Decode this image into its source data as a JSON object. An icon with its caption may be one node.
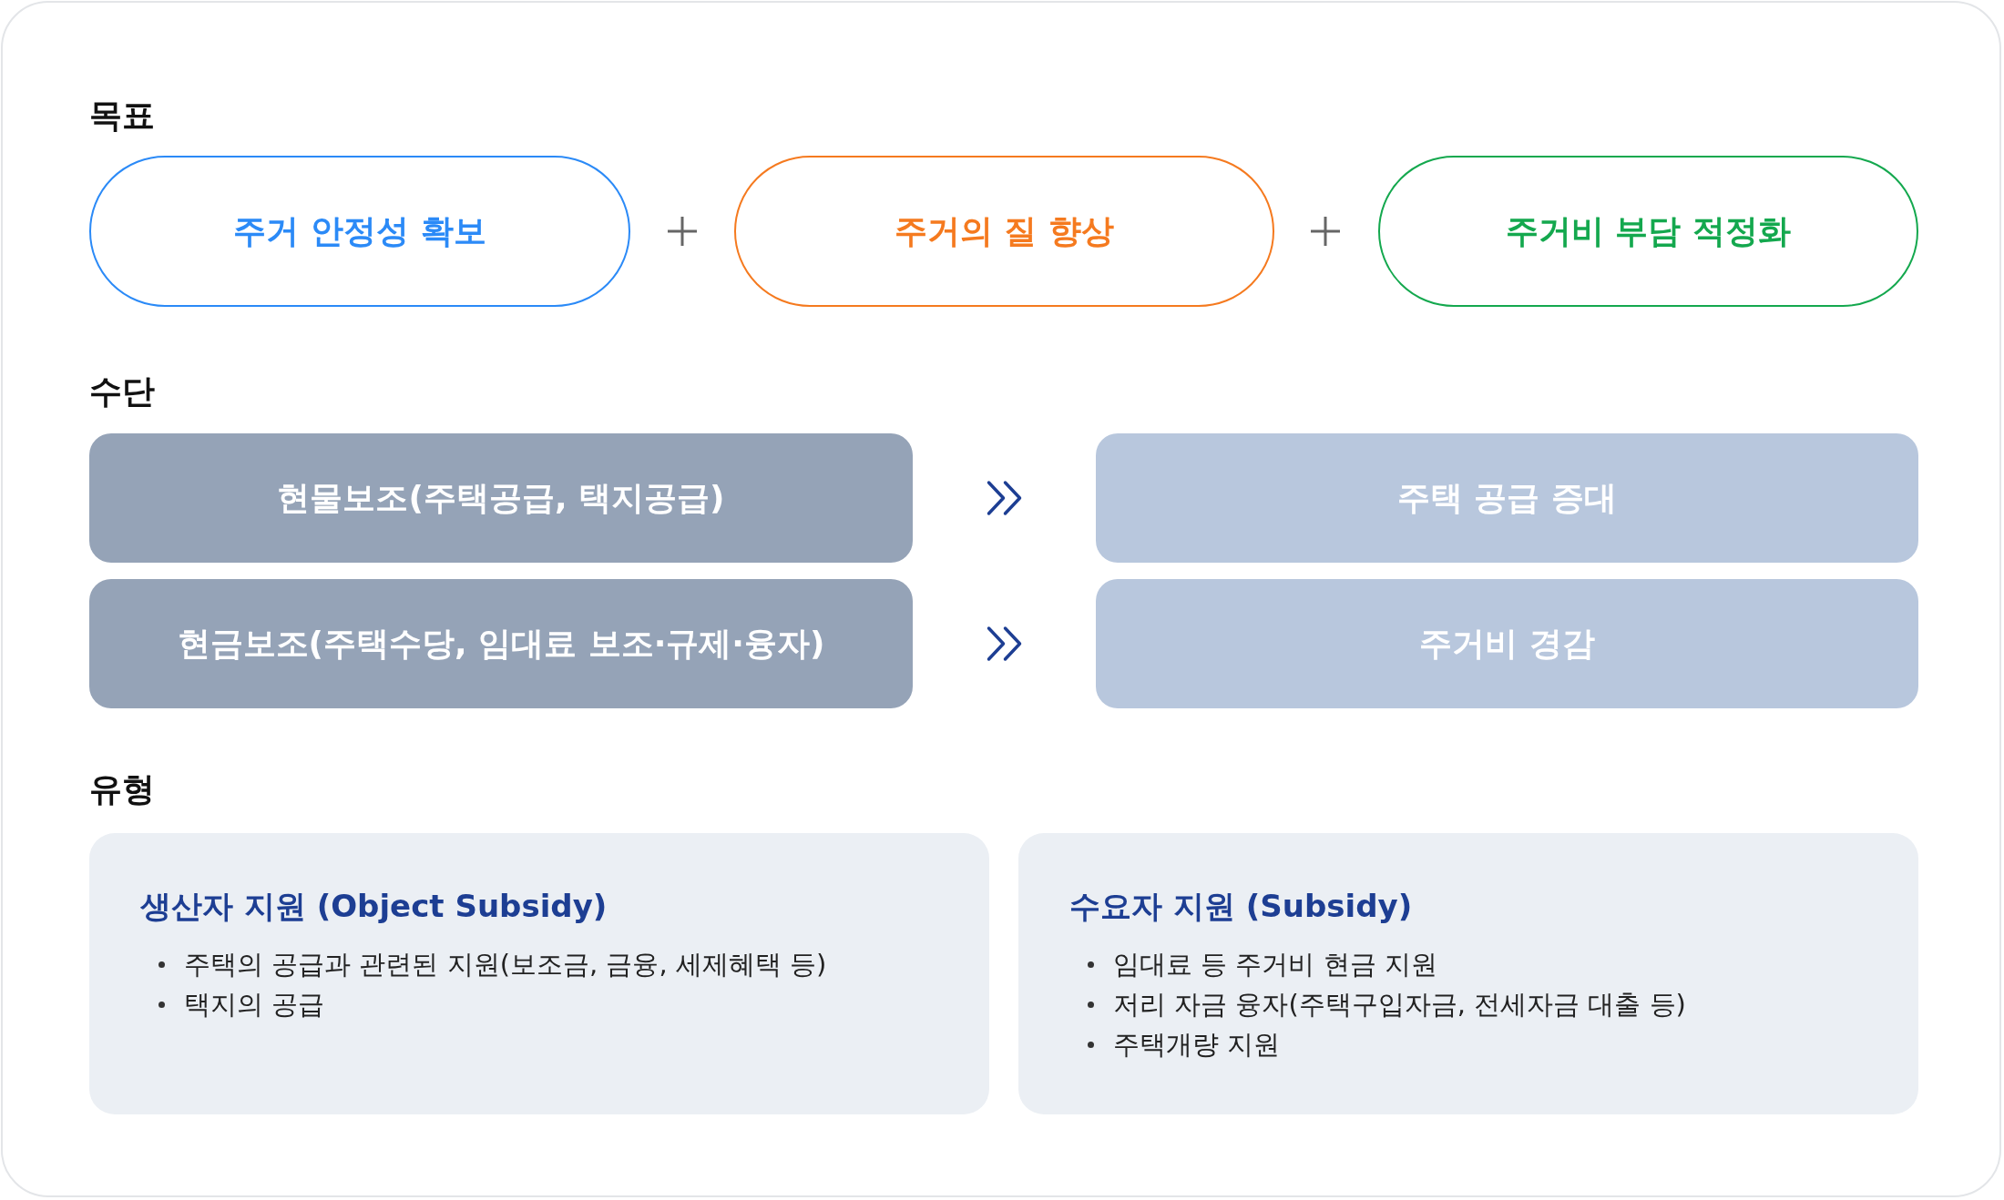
{
  "diagram": {
    "nodes": [
      {
        "text": [
          "주거 안정성 확보"
        ]
      },
      {
        "text": [
          "주거의 질 향상"
        ]
      },
      {
        "text": [
          "주거비 부담 적정화"
        ]
      },
      {
        "text": [
          "현물보조(주택공급, 택지공급)"
        ]
      },
      {
        "text": [
          "현금보조(주택수당, 임대료 보조·규제·융자)"
        ]
      },
      {
        "text": [
          "주택 공급 증대"
        ]
      },
      {
        "text": [
          "주거비 경감"
        ]
      },
      {
        "text": [
          "생산자 지원 (Object Subsidy)",
          "주택의 공급과 관련된 지원(보조금, 금융, 세제혜택 등)",
          "택지의 공급"
        ]
      },
      {
        "text": [
          "수요자 지원 (Subsidy)",
          "임대료 등 주거비 현금 지원",
          "저리 자금 융자(주택구입자금, 전세자금 대출 등)",
          "주택개량 지원"
        ]
      }
    ],
    "edges": [
      {
        "from": 3,
        "to": 5,
        "arrow": "to"
      },
      {
        "from": 4,
        "to": 6,
        "arrow": "to"
      }
    ],
    "labels": [
      "목표",
      "수단",
      "유형"
    ]
  }
}
